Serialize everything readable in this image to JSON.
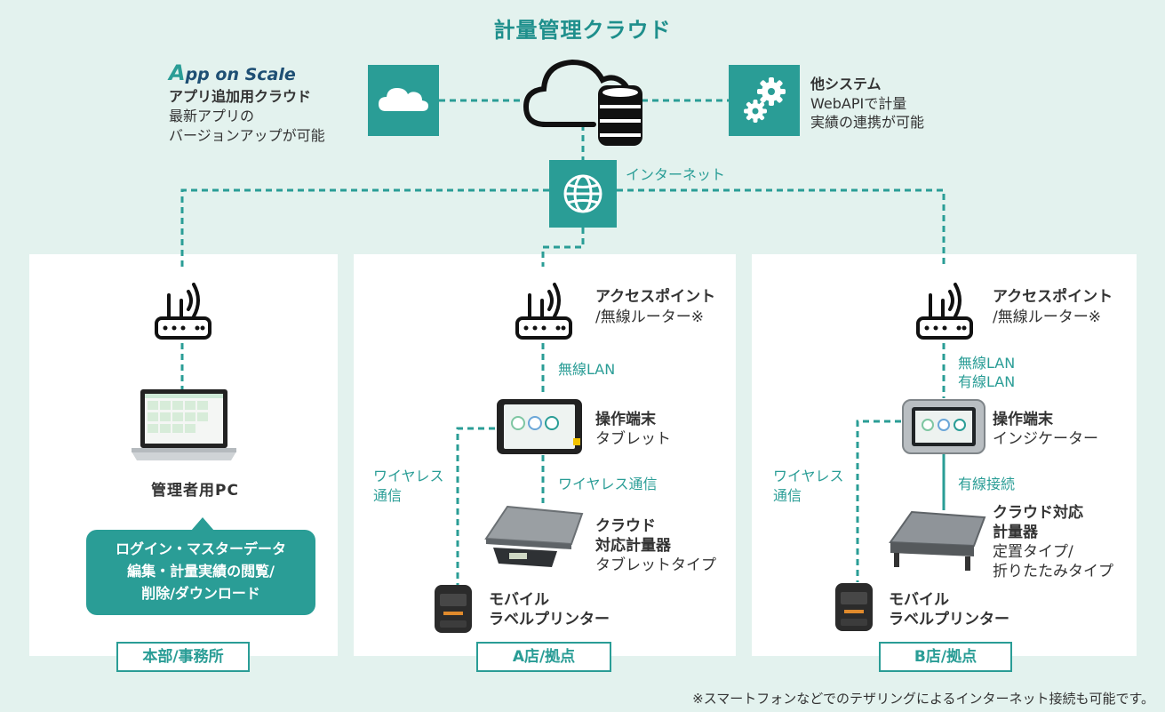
{
  "title": "計量管理クラウド",
  "logo": {
    "a": "A",
    "rest": "pp on Scale"
  },
  "left_cloud": {
    "l1": "アプリ追加用クラウド",
    "l2": "最新アプリの",
    "l3": "バージョンアップが可能"
  },
  "right_system": {
    "l1": "他システム",
    "l2": "WebAPIで計量",
    "l3": "実績の連携が可能"
  },
  "internet_label": "インターネット",
  "hq": {
    "pc_label": "管理者用PC",
    "bubble": [
      "ログイン・マスターデータ",
      "編集・計量実績の閲覧/",
      "削除/ダウンロード"
    ],
    "site_label": "本部/事務所"
  },
  "store_a": {
    "ap_l1": "アクセスポイント",
    "ap_l2": "/無線ルーター※",
    "conn1": "無線LAN",
    "terminal_l1": "操作端末",
    "terminal_l2": "タブレット",
    "conn2": "ワイヤレス通信",
    "wireless_l1": "ワイヤレス",
    "wireless_l2": "通信",
    "scale_l1": "クラウド",
    "scale_l2": "対応計量器",
    "scale_l3": "タブレットタイプ",
    "printer_l1": "モバイル",
    "printer_l2": "ラベルプリンター",
    "site_label": "A店/拠点"
  },
  "store_b": {
    "ap_l1": "アクセスポイント",
    "ap_l2": "/無線ルーター※",
    "conn1a": "無線LAN",
    "conn1b": "有線LAN",
    "terminal_l1": "操作端末",
    "terminal_l2": "インジケーター",
    "conn2": "有線接続",
    "wireless_l1": "ワイヤレス",
    "wireless_l2": "通信",
    "scale_l1": "クラウド対応",
    "scale_l2": "計量器",
    "scale_l3": "定置タイプ/",
    "scale_l4": "折りたたみタイプ",
    "printer_l1": "モバイル",
    "printer_l2": "ラベルプリンター",
    "site_label": "B店/拠点"
  },
  "footnote": "※スマートフォンなどでのテザリングによるインターネット接続も可能です。",
  "colors": {
    "teal": "#2a9d96",
    "background": "#e3f2ee",
    "title": "#1e8f8c"
  },
  "icons": [
    "cloud-icon",
    "database-icon",
    "gears-icon",
    "globe-icon",
    "router-icon",
    "laptop-icon",
    "tablet-icon",
    "indicator-icon",
    "scale-icon",
    "printer-icon"
  ]
}
